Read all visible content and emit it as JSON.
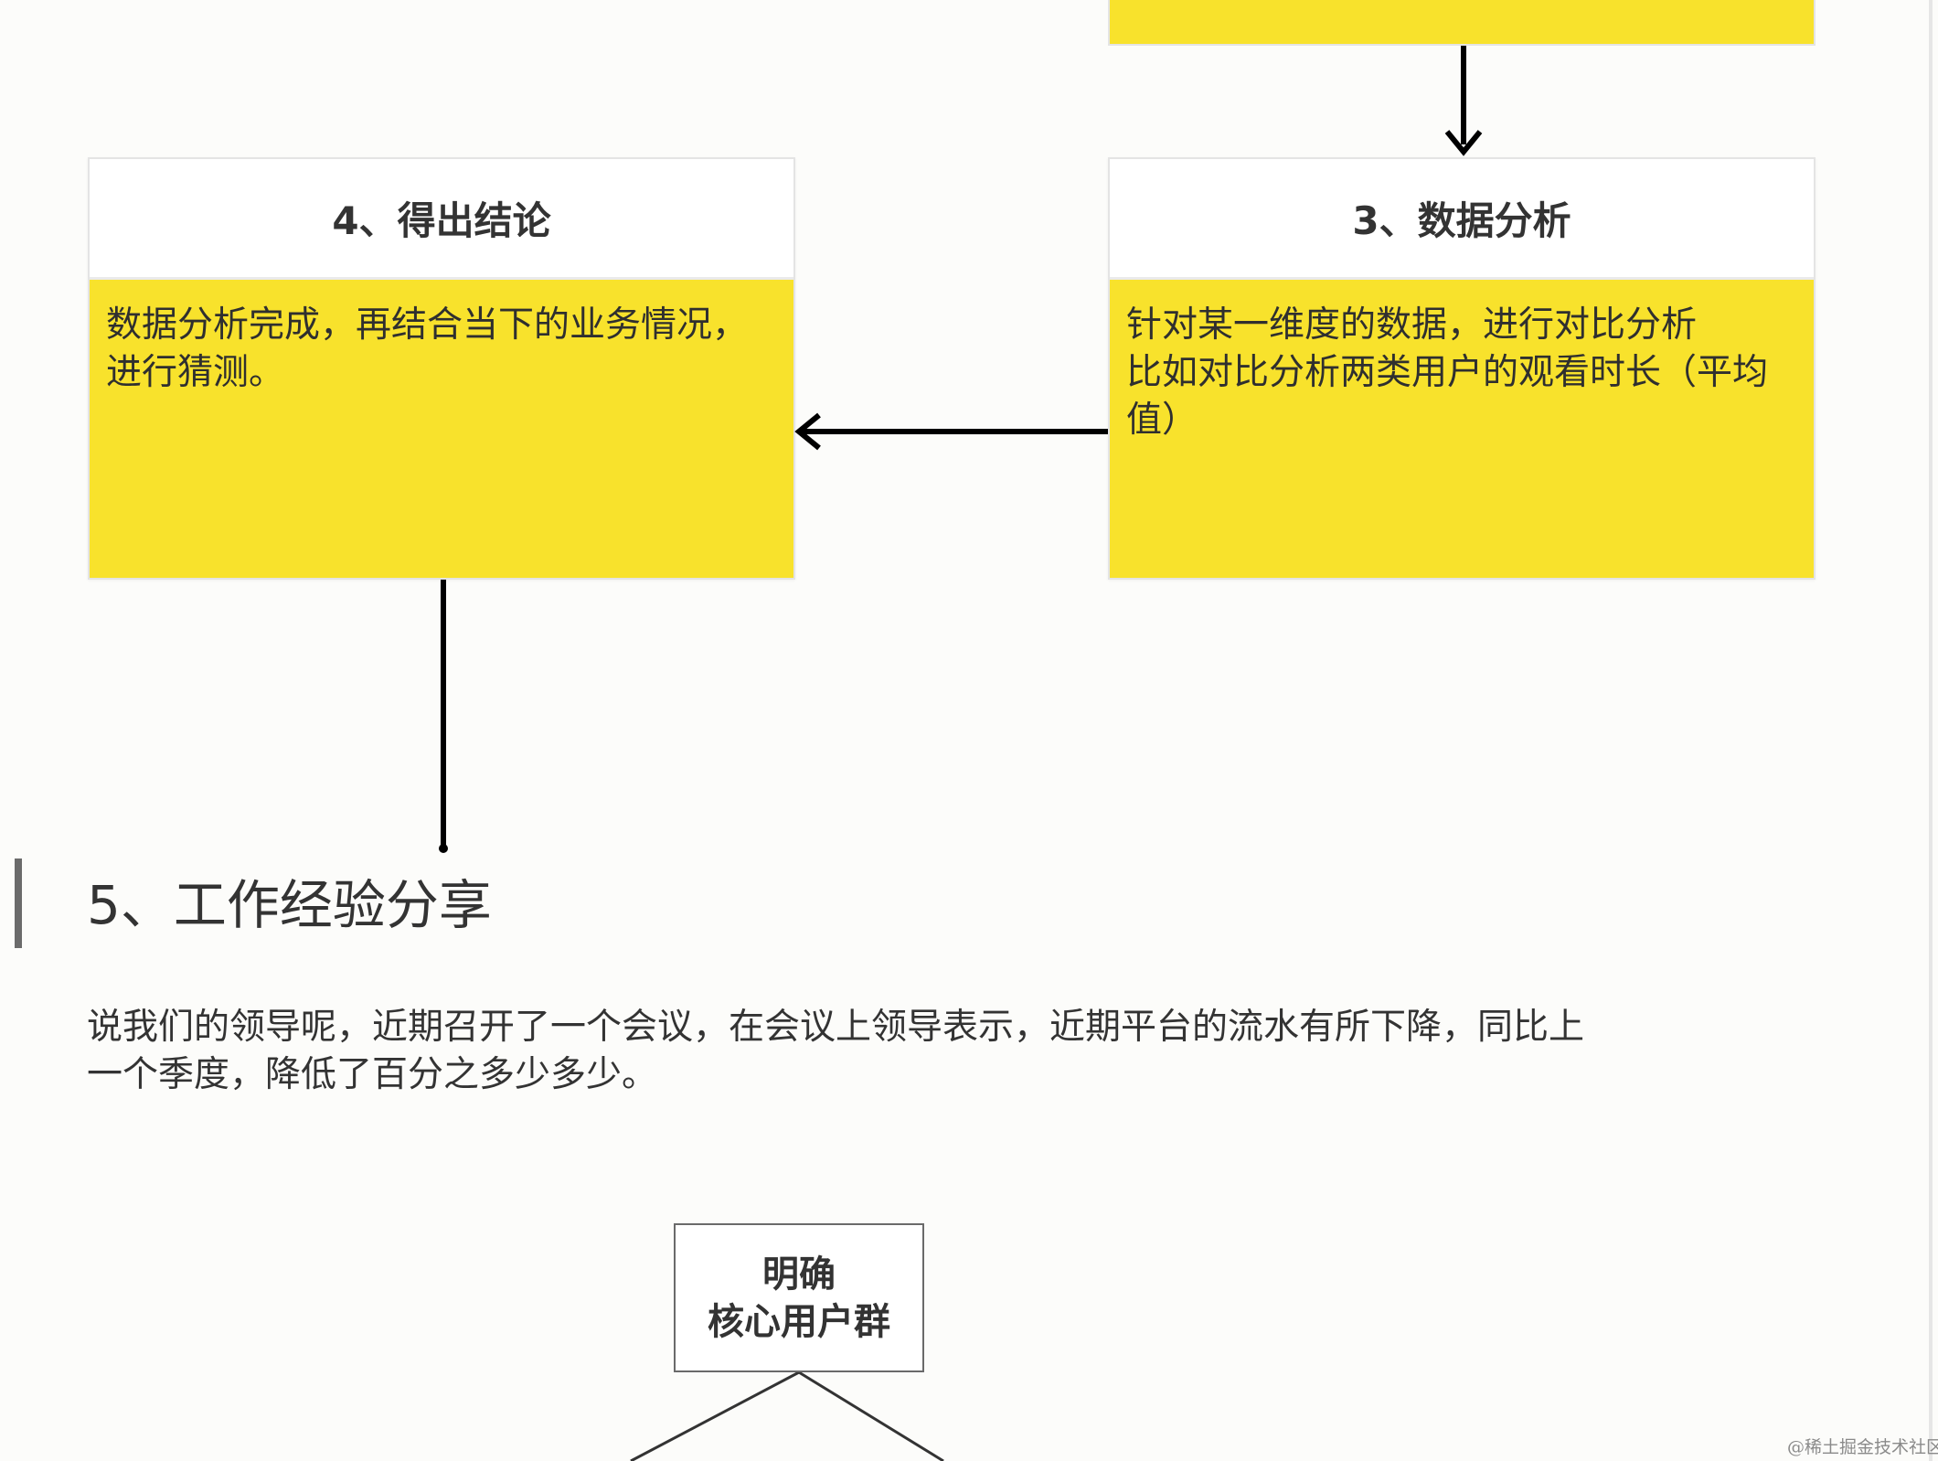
{
  "flow": {
    "step3": {
      "title": "3、数据分析",
      "body": "针对某一维度的数据，进行对比分析\n比如对比分析两类用户的观看时长（平均\n值）"
    },
    "step4": {
      "title": "4、得出结论",
      "body": "数据分析完成，再结合当下的业务情况，\n进行猜测。"
    }
  },
  "section": {
    "title": "5、工作经验分享",
    "paragraph": "说我们的领导呢，近期召开了一个会议，在会议上领导表示，近期平台的流水有所下降，同比上\n一个季度，降低了百分之多少多少。"
  },
  "diagram": {
    "root_label": "明确\n核心用户群"
  },
  "watermark": "@稀土掘金技术社区",
  "colors": {
    "card_fill": "#f8e22c",
    "header_fill": "#ffffff",
    "arrow": "#000000",
    "page_bg": "#fcfcfa"
  }
}
